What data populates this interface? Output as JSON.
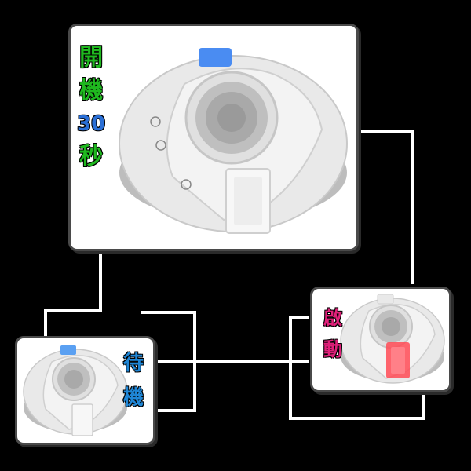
{
  "panels": {
    "main": {
      "label_chars": [
        "開",
        "機",
        "30",
        "秒"
      ],
      "label_colors": [
        "#1fb81f",
        "#1fb81f",
        "#2a6fd6",
        "#1fb81f"
      ],
      "indicator_color": "#4a8cf2"
    },
    "standby": {
      "label_chars": [
        "待",
        "機"
      ],
      "label_color": "#1f86d6",
      "indicator_color": "#5aa0f2"
    },
    "trigger": {
      "label_chars": [
        "啟",
        "動"
      ],
      "label_color": "#e0217a",
      "indicator_color": "#ff4a55"
    }
  },
  "colors": {
    "background": "#000000",
    "connector": "#ffffff",
    "device_body": "#e9e9e9"
  }
}
